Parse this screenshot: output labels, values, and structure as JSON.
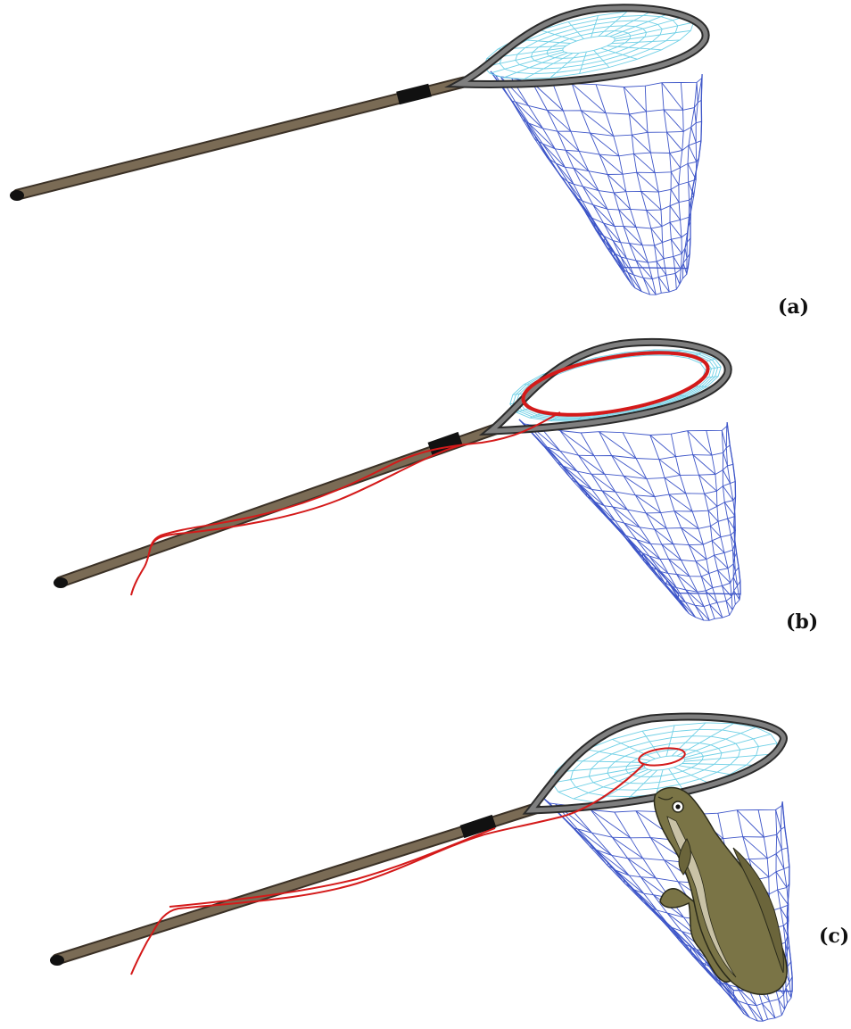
{
  "figure": {
    "panels": [
      {
        "id": "a",
        "label": "(a)",
        "state": "net-empty"
      },
      {
        "id": "b",
        "label": "(b)",
        "state": "release-cord-loop-at-rim"
      },
      {
        "id": "c",
        "label": "(c)",
        "state": "fish-in-net-cord-pulled"
      }
    ]
  },
  "colors": {
    "background": "#ffffff",
    "handle": "#7a6b55",
    "handle_outline": "#3b3126",
    "grip_band": "#111111",
    "frame": "#7f7f7f",
    "frame_outline": "#2b2b2b",
    "mesh_bag": "#3d55c8",
    "mesh_top": "#6fd0e6",
    "cord": "#d41a1a",
    "fish_body": "#7a7446",
    "fish_belly": "#c9c2a6",
    "fish_outline": "#2a2a1a"
  }
}
